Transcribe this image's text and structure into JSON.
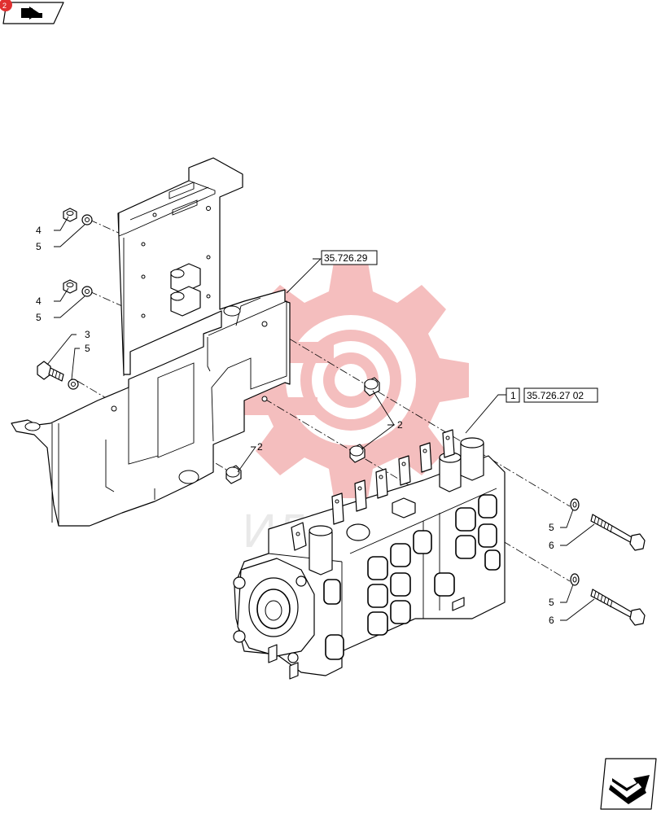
{
  "diagram": {
    "references": [
      {
        "id": "ref-35-726-29",
        "text": "35.726.29"
      },
      {
        "id": "ref-1",
        "text": "1"
      },
      {
        "id": "ref-35-726-27-02",
        "text": "35.726.27 02"
      }
    ],
    "callouts": {
      "c4a": "4",
      "c5a": "5",
      "c4b": "4",
      "c5b": "5",
      "c3": "3",
      "c5c": "5",
      "c2a": "2",
      "c2b": "2",
      "c5d": "5",
      "c6a": "6",
      "c5e": "5",
      "c6b": "6"
    },
    "watermark_color": "#f3b3b3",
    "icons": [
      "book-back-icon",
      "next-page-arrow-icon"
    ]
  }
}
